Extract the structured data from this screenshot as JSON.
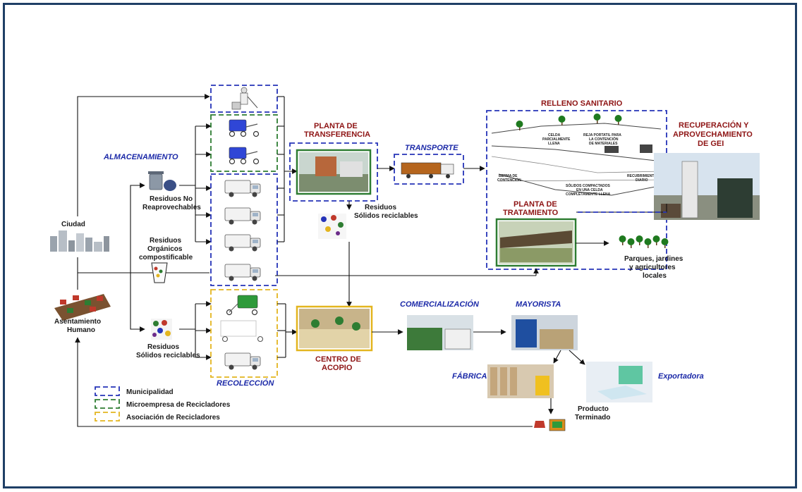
{
  "source_labels": {
    "ciudad": "Ciudad",
    "asentamiento_1": "Asentamiento",
    "asentamiento_2": "Humano"
  },
  "stages": {
    "almacenamiento": "ALMACENAMIENTO",
    "recoleccion": "RECOLECCIÓN",
    "transporte": "TRANSPORTE",
    "comercializacion": "COMERCIALIZACIÓN",
    "mayorista": "MAYORISTA",
    "fabrica": "FÁBRICA",
    "exportadora": "Exportadora"
  },
  "waste_types": {
    "no_reap_1": "Residuos No",
    "no_reap_2": "Reaprovechables",
    "org_1": "Residuos",
    "org_2": "Orgánicos",
    "org_3": "compostificable",
    "solidos_1": "Residuos",
    "solidos_2": "Sólidos reciclables",
    "transfer_solidos_1": "Residuos",
    "transfer_solidos_2": "Sólidos reciclables"
  },
  "facilities": {
    "transferencia_1": "PLANTA DE",
    "transferencia_2": "TRANSFERENCIA",
    "relleno": "RELLENO SANITARIO",
    "tratamiento_1": "PLANTA DE",
    "tratamiento_2": "TRATAMIENTO",
    "acopio_1": "CENTRO DE",
    "acopio_2": "ACOPIO",
    "gei_1": "RECUPERACIÓN Y",
    "gei_2": "APROVECHAMIENTO",
    "gei_3": "DE GEI"
  },
  "landfill_labels": {
    "celda_1": "CELDA",
    "celda_2": "PARCIALMENTE",
    "celda_3": "LLENA",
    "reja_1": "REJA PORTATIL PARA",
    "reja_2": "LA CONTENCIÓN",
    "reja_3": "DE MATERIALES",
    "berma_1": "BERMA DE",
    "berma_2": "CONTENCIÓN",
    "solidos_1": "SÓLIDOS COMPACTADOS",
    "solidos_2": "EN UNA CELDA",
    "solidos_3": "COMPLETAMENTE LLENA",
    "recub_1": "RECUBRIMIENTO",
    "recub_2": "DIARIO"
  },
  "outputs": {
    "parques_1": "Parques, jardines",
    "parques_2": "y agricultores",
    "parques_3": "locales",
    "producto_1": "Producto",
    "producto_2": "Terminado"
  },
  "legend": {
    "municipalidad": "Municipalidad",
    "microempresa": "Microempresa de Recicladores",
    "asociacion": "Asociación de Recicladores"
  },
  "colors": {
    "municipalidad": "#2533b8",
    "microempresa": "#2e7d32",
    "asociacion": "#e3b51f",
    "stage_label": "#1c2aa8",
    "facility_label": "#8e1414"
  }
}
